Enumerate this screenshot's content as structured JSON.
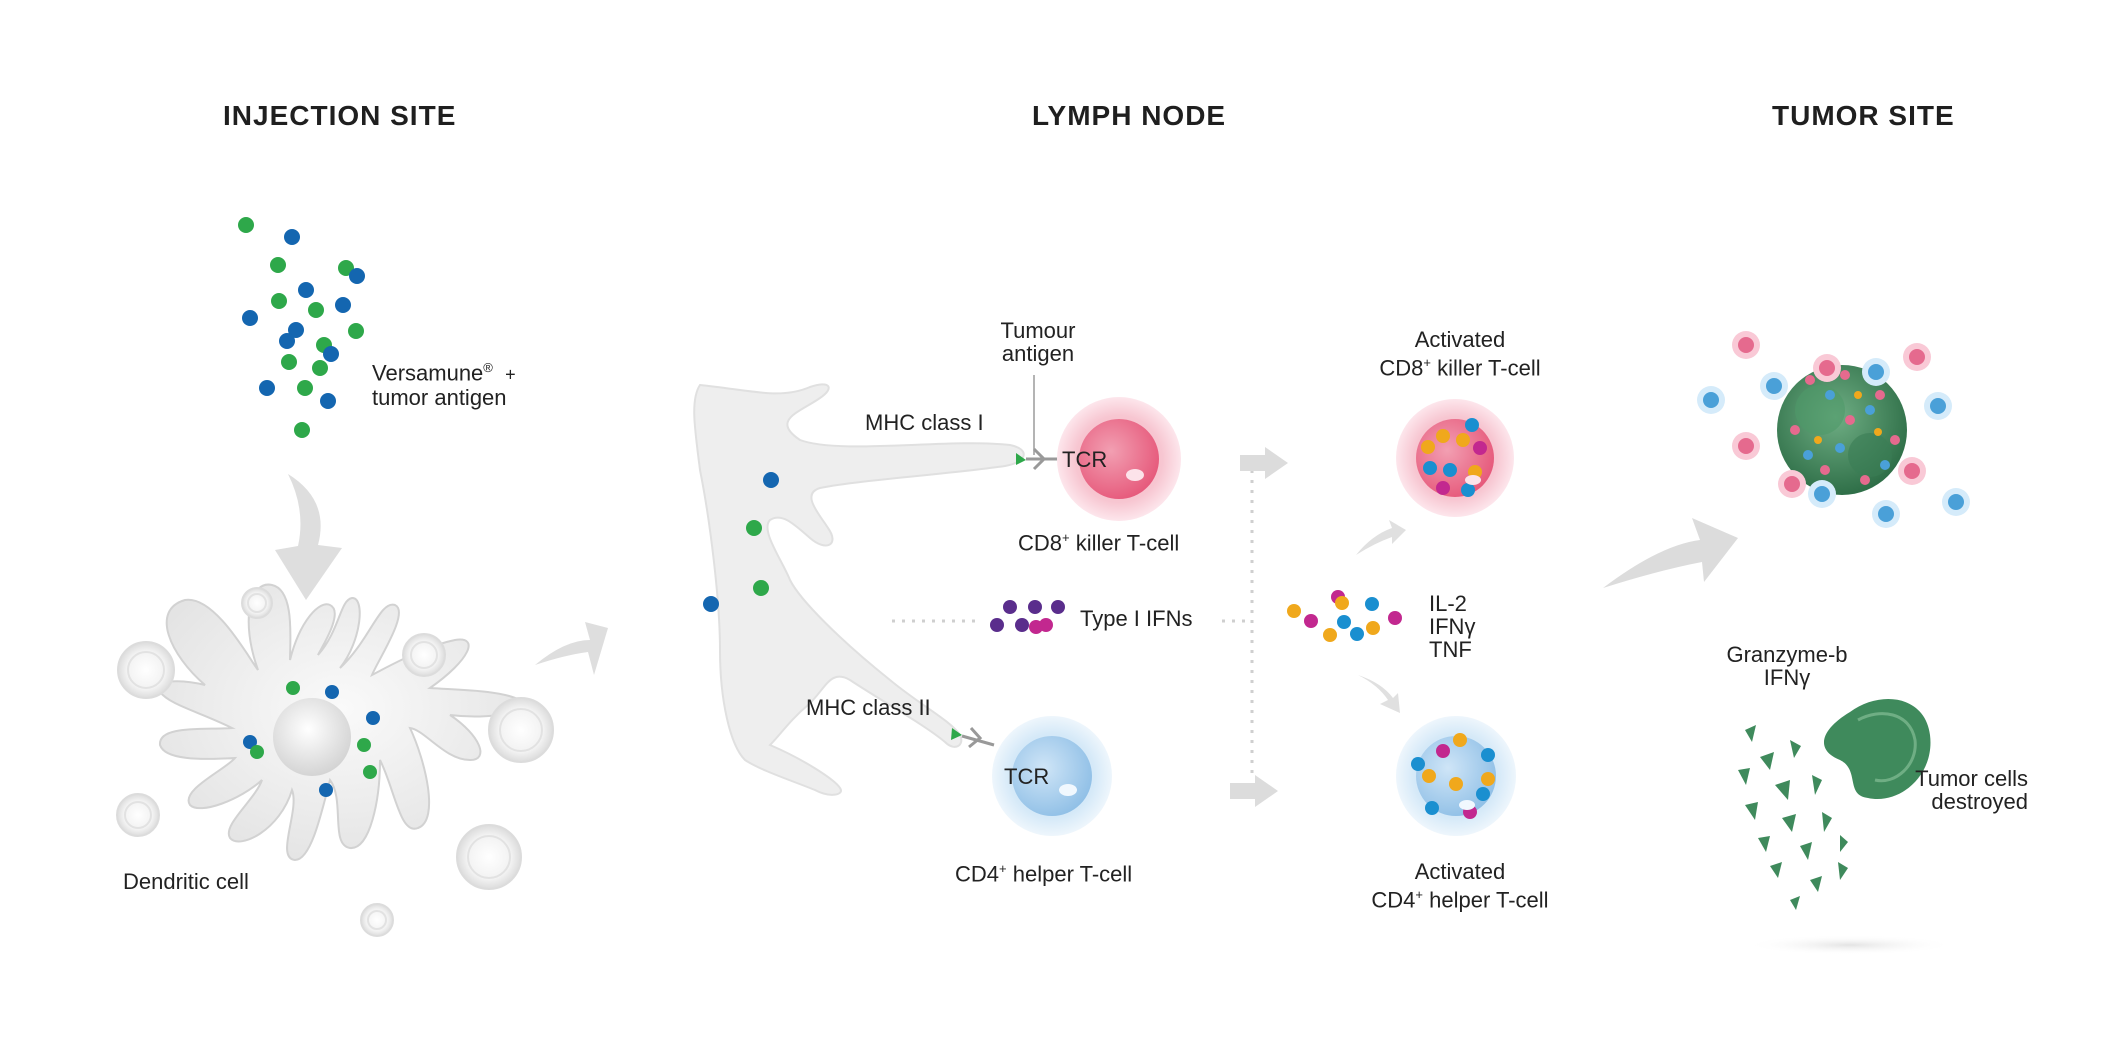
{
  "sections": {
    "injection": "INJECTION SITE",
    "lymph": "LYMPH NODE",
    "tumor": "TUMOR SITE"
  },
  "labels": {
    "versamune": "Versamune",
    "registered": "®",
    "plus": "+",
    "tumor_antigen": "tumor antigen",
    "dendritic_cell": "Dendritic cell",
    "tumour_antigen_l1": "Tumour",
    "tumour_antigen_l2": "antigen",
    "mhc_class_i": "MHC class I",
    "mhc_class_ii": "MHC class II",
    "tcr_top": "TCR",
    "tcr_bottom": "TCR",
    "cd8_killer": "CD8",
    "cd8_killer_suffix": "killer T-cell",
    "cd4_helper": "CD4",
    "cd4_helper_suffix": "helper T-cell",
    "type_i_ifns": "Type I IFNs",
    "activated_cd8_l1": "Activated",
    "activated_cd8_l2a": "CD8",
    "activated_cd8_l2b": "killer T-cell",
    "activated_cd4_l1": "Activated",
    "activated_cd4_l2a": "CD4",
    "activated_cd4_l2b": "helper T-cell",
    "sup_plus": "+",
    "il2": "IL-2",
    "ifng": "IFNγ",
    "tnf": "TNF",
    "granzyme": "Granzyme-b",
    "granzyme_ifng": "IFNγ",
    "tumor_destroyed_l1": "Tumor cells",
    "tumor_destroyed_l2": "destroyed"
  },
  "colors": {
    "green_particle": "#2ea84a",
    "blue_particle": "#1466b0",
    "purple_particle": "#5a2d8c",
    "magenta_particle": "#c2288f",
    "orange_particle": "#f0a81c",
    "cyan_particle": "#1a8fd0",
    "killer_cell": "#f07c97",
    "helper_cell": "#8fc4ea",
    "tumor": "#3f8a5c",
    "arrow": "#dcdcdc"
  }
}
